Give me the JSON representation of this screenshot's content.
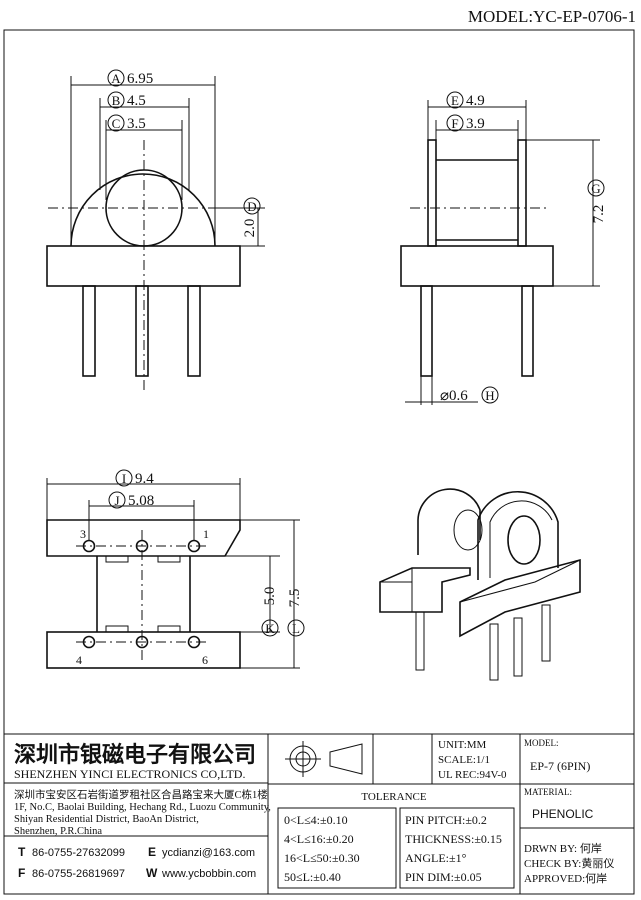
{
  "model_header": "MODEL:YC-EP-0706-1",
  "dims": {
    "A": {
      "letter": "A",
      "value": "6.95"
    },
    "B": {
      "letter": "B",
      "value": "4.5"
    },
    "C": {
      "letter": "C",
      "value": "3.5"
    },
    "D": {
      "letter": "D",
      "value": "2.0"
    },
    "E": {
      "letter": "E",
      "value": "4.9"
    },
    "F": {
      "letter": "F",
      "value": "3.9"
    },
    "G": {
      "letter": "G",
      "value": "7.2"
    },
    "H": {
      "letter": "H",
      "value": "⌀0.6"
    },
    "I": {
      "letter": "I",
      "value": "9.4"
    },
    "J": {
      "letter": "J",
      "value": "5.08"
    },
    "K": {
      "letter": "K",
      "value": "5.0"
    },
    "L": {
      "letter": "L",
      "value": "7.5"
    }
  },
  "pins": {
    "p1": "1",
    "p3": "3",
    "p4": "4",
    "p6": "6"
  },
  "title_block": {
    "company_cn": "深圳市银磁电子有限公司",
    "company_en": "SHENZHEN YINCI ELECTRONICS CO,LTD.",
    "address_cn": "深圳市宝安区石岩街道罗租社区合昌路宝来大厦C栋1楼",
    "address_en": [
      "1F, No.C, Baolai Building, Hechang Rd., Luozu Community,",
      "Shiyan Residential District, BaoAn District,",
      "Shenzhen, P.R.China"
    ],
    "tel_label": "T",
    "tel": "86-0755-27632099",
    "fax_label": "F",
    "fax": "86-0755-26819697",
    "email_label": "E",
    "email": "ycdianzi@163.com",
    "web_label": "W",
    "web": "www.ycbobbin.com",
    "unit": "UNIT:MM",
    "scale": "SCALE:1/1",
    "ul_rec": "UL REC:94V-0",
    "model_label": "MODEL:",
    "model_value": "EP-7 (6PIN)",
    "material_label": "MATERIAL:",
    "material_value": "PHENOLIC",
    "tolerance_title": "TOLERANCE",
    "tolerance_left": [
      "0<L≤4:±0.10",
      "4<L≤16:±0.20",
      "16<L≤50:±0.30",
      "50≤L:±0.40"
    ],
    "tolerance_right": [
      "PIN PITCH:±0.2",
      "THICKNESS:±0.15",
      "ANGLE:±1°",
      "PIN DIM:±0.05"
    ],
    "drawn_by": "DRWN BY: 何岸",
    "check_by": "CHECK BY:黄丽仪",
    "approved": "APPROVED:何岸"
  }
}
